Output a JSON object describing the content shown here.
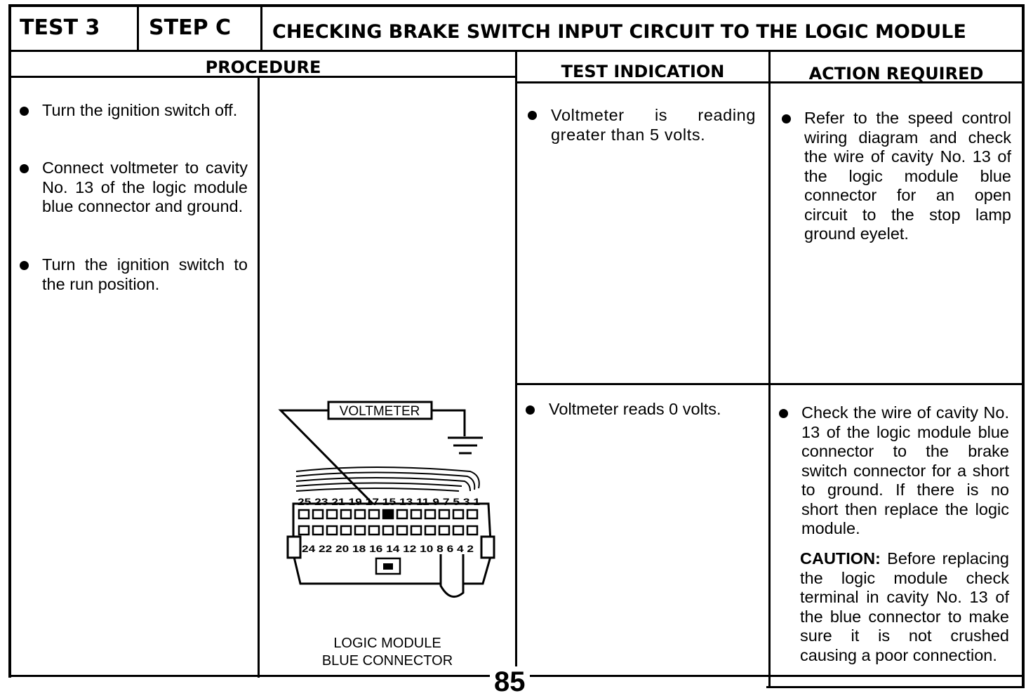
{
  "header": {
    "test": "TEST 3",
    "step": "STEP C",
    "title": "CHECKING BRAKE SWITCH INPUT CIRCUIT TO THE LOGIC MODULE"
  },
  "columns": {
    "procedure": "PROCEDURE",
    "test_indication": "TEST INDICATION",
    "action_required": "ACTION REQUIRED"
  },
  "procedure_steps": [
    "Turn the ignition switch off.",
    "Connect voltmeter to cavity No. 13 of the logic module blue connector and ground.",
    "Turn the ignition switch to the run position."
  ],
  "diagram": {
    "meter_label": "VOLTMETER",
    "top_pins": "25 23 21 19 17 15 13 11 9 7 5 3 1",
    "bottom_pins": "24 22 20 18 16 14 12 10 8 6 4 2",
    "caption_line1": "LOGIC MODULE",
    "caption_line2": "BLUE CONNECTOR"
  },
  "rows": [
    {
      "indication": "Voltmeter is reading greater than 5 volts.",
      "action": "Refer to the speed control wiring diagram and check the wire of cavity No. 13 of the logic module blue connector for an open circuit to the stop lamp ground eyelet."
    },
    {
      "indication": "Voltmeter reads 0 volts.",
      "action": "Check the wire of cavity No. 13 of the logic module blue connector to the brake switch connector for a short to ground. If there is no short then replace the logic module.",
      "caution_label": "CAUTION:",
      "caution_text": "Before replacing the logic module check terminal in cavity No. 13 of the blue connector to make sure it is not crushed causing a poor connection."
    }
  ],
  "page_number": "85"
}
